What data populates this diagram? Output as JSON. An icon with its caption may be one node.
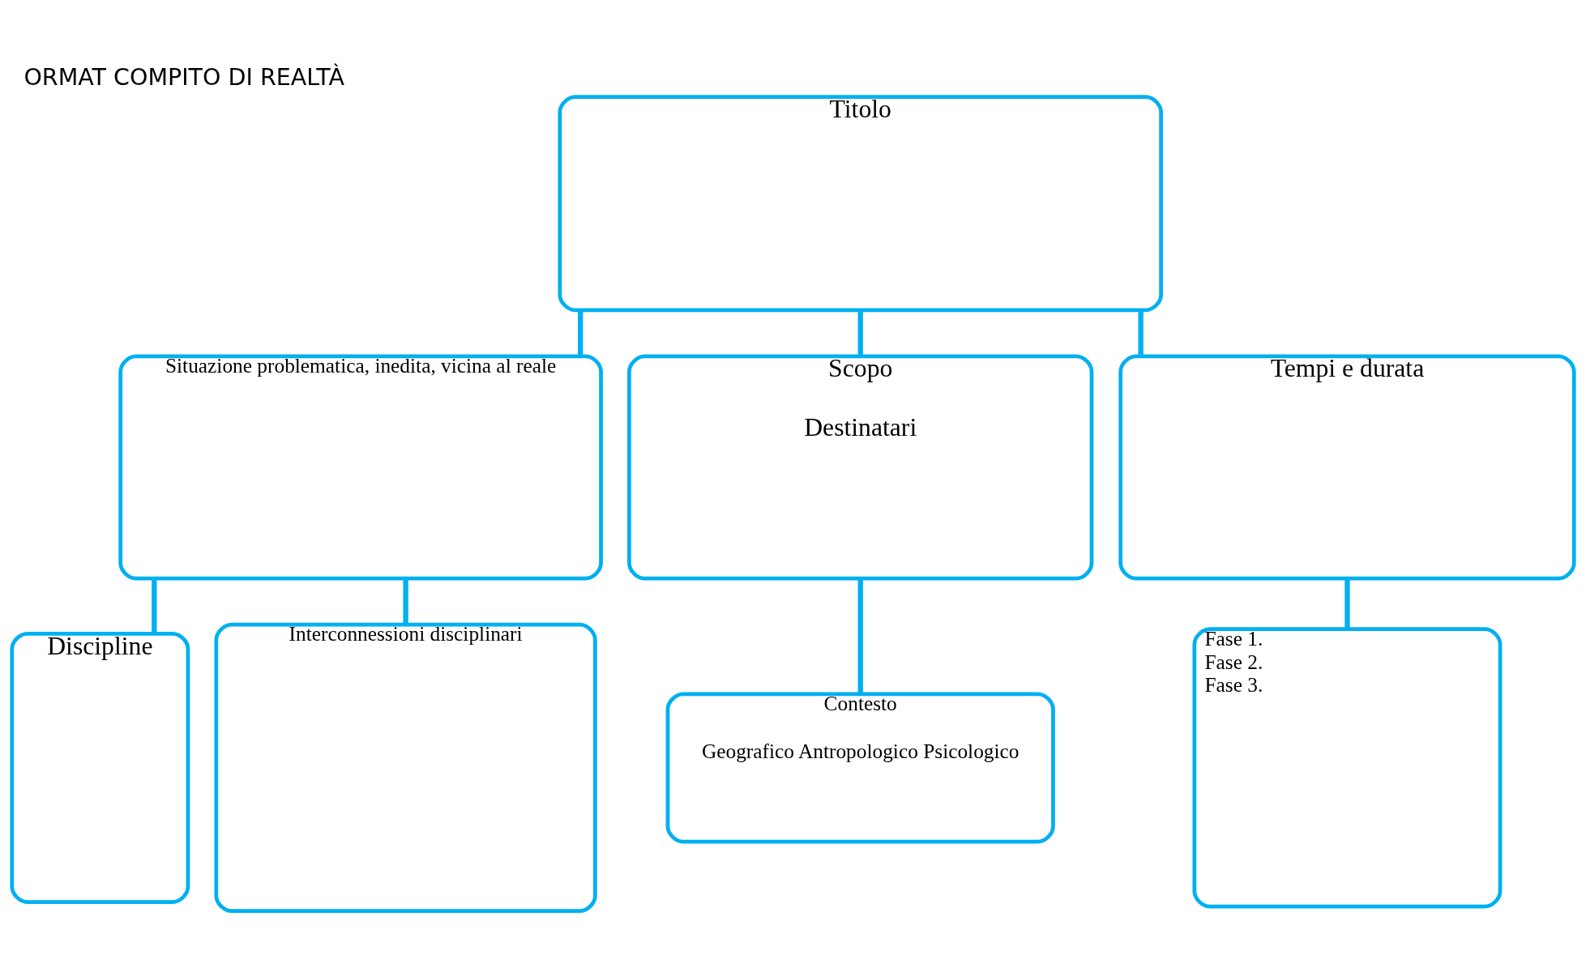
{
  "diagram": {
    "title": "ORMAT COMPITO DI REALTÀ",
    "nodes": [
      {
        "text": [
          "Titolo"
        ]
      },
      {
        "text": [
          "Situazione problematica, inedita, vicina al reale"
        ]
      },
      {
        "text": [
          "Scopo",
          "Destinatari"
        ]
      },
      {
        "text": [
          "Tempi e durata"
        ]
      },
      {
        "text": [
          "Discipline"
        ]
      },
      {
        "text": [
          "Interconnessioni disciplinari"
        ]
      },
      {
        "text": [
          "Contesto",
          "Geografico Antropologico Psicologico"
        ]
      },
      {
        "text": [
          "Fase 1.",
          "Fase 2.",
          "Fase 3."
        ]
      }
    ],
    "edges": [
      {
        "from": 0,
        "to": 1,
        "arrow": "none"
      },
      {
        "from": 0,
        "to": 2,
        "arrow": "none"
      },
      {
        "from": 0,
        "to": 3,
        "arrow": "none"
      },
      {
        "from": 1,
        "to": 4,
        "arrow": "none"
      },
      {
        "from": 1,
        "to": 5,
        "arrow": "none"
      },
      {
        "from": 2,
        "to": 6,
        "arrow": "none"
      },
      {
        "from": 3,
        "to": 7,
        "arrow": "none"
      }
    ]
  }
}
